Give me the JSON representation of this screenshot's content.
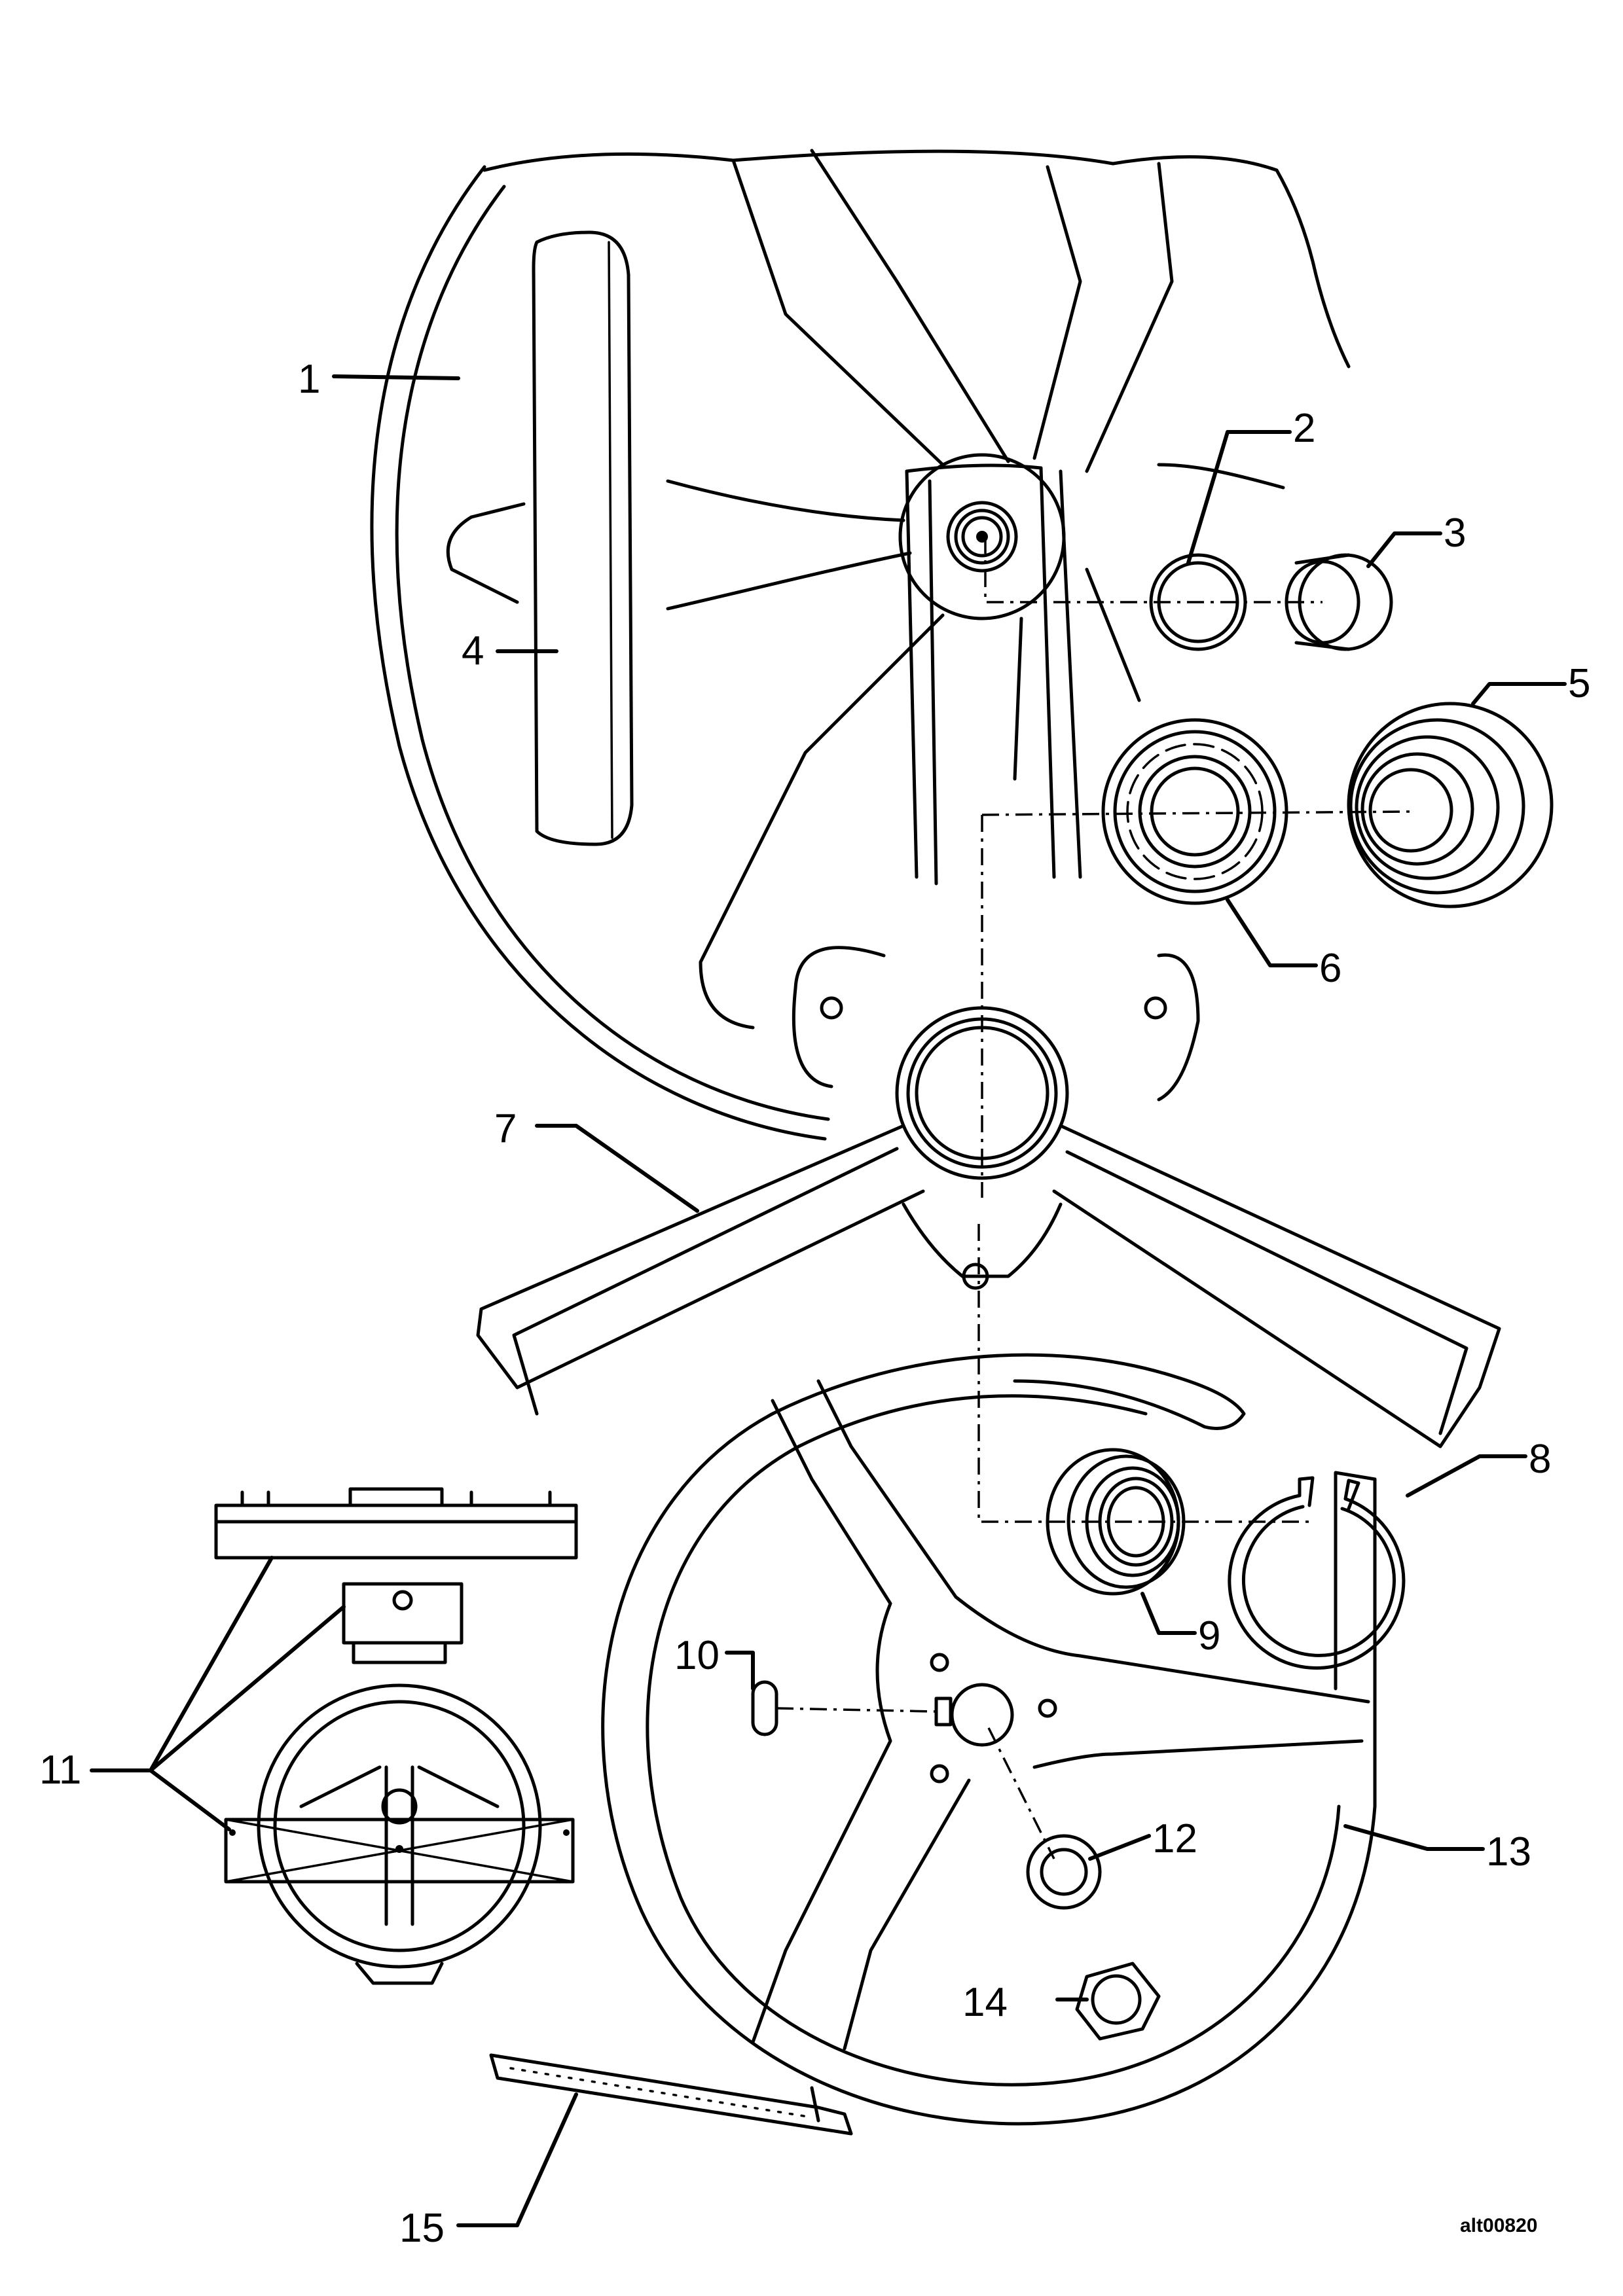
{
  "callouts": [
    "1",
    "2",
    "3",
    "4",
    "5",
    "6",
    "7",
    "8",
    "9",
    "10",
    "11",
    "12",
    "13",
    "14",
    "15"
  ],
  "reference_code": "alt00820"
}
